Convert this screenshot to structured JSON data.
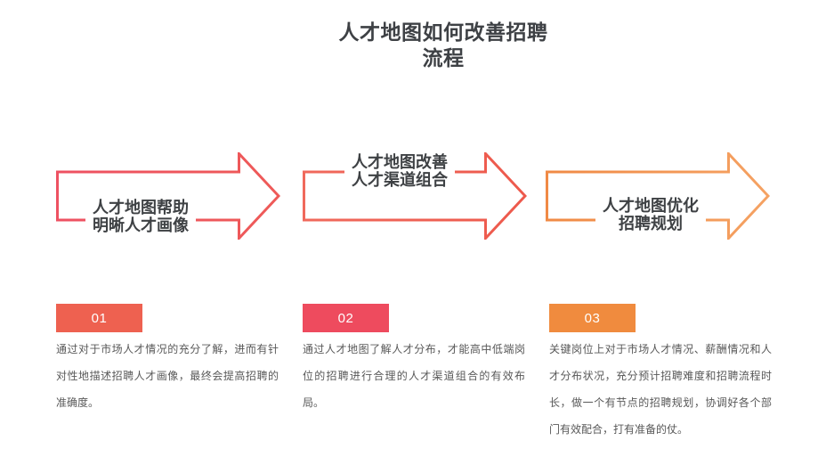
{
  "page": {
    "background": "#ffffff"
  },
  "title": {
    "line1": "人才地图如何改善招聘",
    "line2": "流程",
    "color": "#3e4145"
  },
  "steps": [
    {
      "arrow_label": {
        "line1": "人才地图帮助",
        "line2": "明晰人才画像"
      },
      "badge": "01",
      "description": "通过对于市场人才情况的充分了解，进而有针对性地描述招聘人才画像，最终会提高招聘的准确度。",
      "colors": {
        "arrow_start": "#ee5162",
        "arrow_end": "#ee5a58",
        "badge_bg": "#ee6150"
      }
    },
    {
      "arrow_label": {
        "line1": "人才地图改善",
        "line2": "人才渠道组合"
      },
      "badge": "02",
      "description": "通过人才地图了解人才分布，才能高中低端岗位的招聘进行合理的人才渠道组合的有效布局。",
      "colors": {
        "arrow_start": "#f0695c",
        "arrow_end": "#ed594c",
        "badge_bg": "#ee4b5e"
      }
    },
    {
      "arrow_label": {
        "line1": "人才地图优化",
        "line2": "招聘规划"
      },
      "badge": "03",
      "description": "关键岗位上对于市场人才情况、薪酬情况和人才分布状况，充分预计招聘难度和招聘流程时长，做一个有节点的招聘规划，协调好各个部门有效配合，打有准备的仗。",
      "colors": {
        "arrow_start": "#f08a45",
        "arrow_end": "#f5a263",
        "badge_bg": "#f08b3e"
      }
    }
  ]
}
